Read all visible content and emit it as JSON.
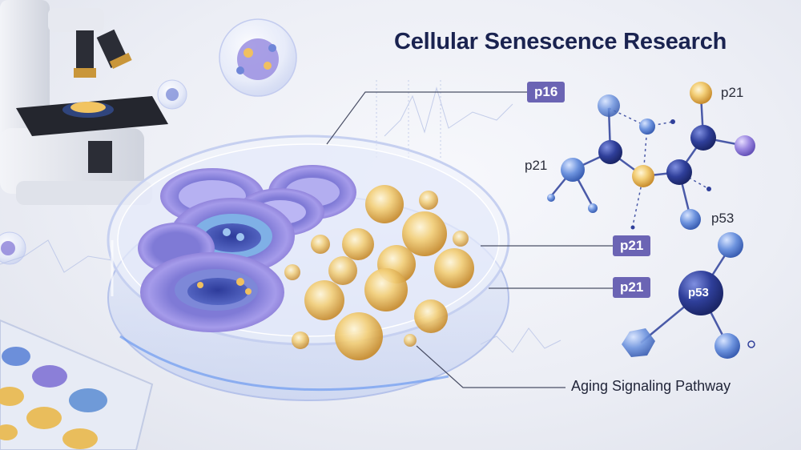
{
  "title": "Cellular Senescence Research",
  "tags": {
    "p16": "p16",
    "p21_middle": "p21",
    "p21_lower": "p21"
  },
  "molecule_labels": {
    "top_right": "p21",
    "left": "p21",
    "bottom": "p53"
  },
  "central_node_label": "p53",
  "caption": "Aging Signaling Pathway",
  "colors": {
    "title": "#1a2350",
    "tag_bg": "#6b64b4",
    "cell_purple": "#8a7fd6",
    "cell_blue": "#6f86d8",
    "vesicle_gold": "#f0c060",
    "node_navy": "#2c3a8c",
    "node_blue": "#5a86d6"
  },
  "icons": [
    "microscope-icon",
    "petri-dish-icon",
    "well-plate-icon",
    "cell-bubble-icon",
    "molecule-icon"
  ]
}
